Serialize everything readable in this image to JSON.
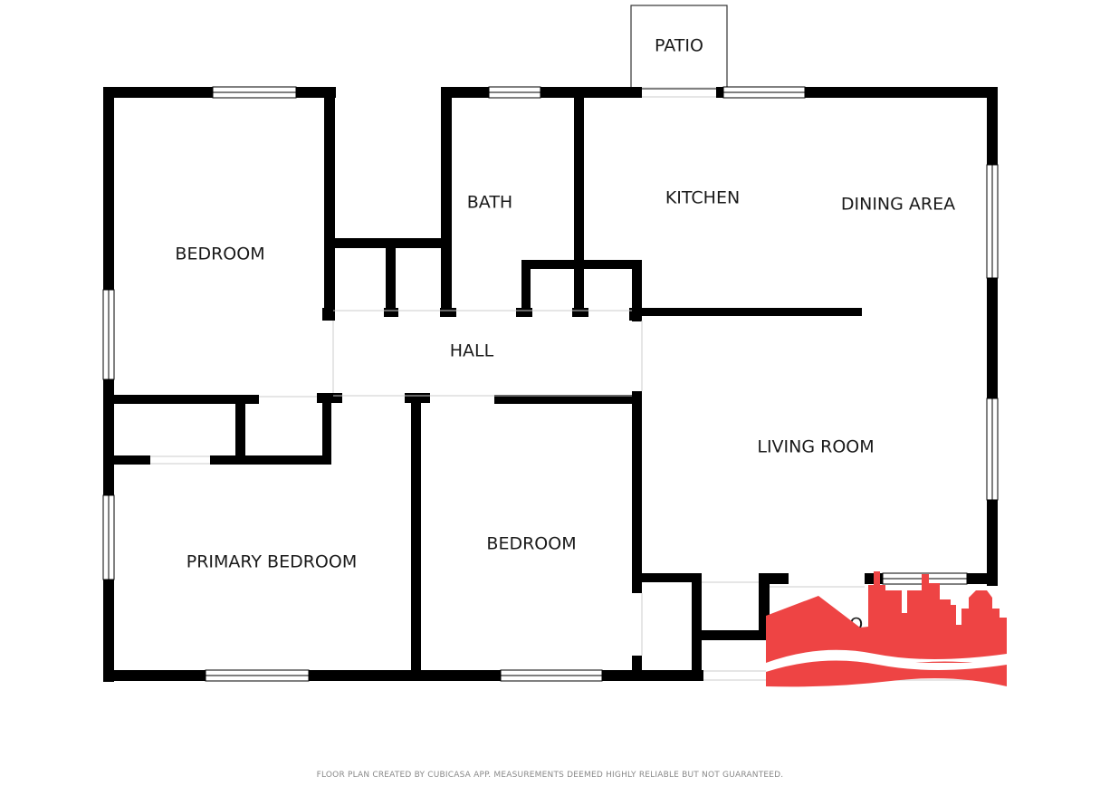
{
  "rooms": {
    "patio": "PATIO",
    "bath": "BATH",
    "kitchen": "KITCHEN",
    "dining_area": "DINING AREA",
    "bedroom_top_left": "BEDROOM",
    "hall": "HALL",
    "living_room": "LIVING ROOM",
    "primary_bedroom": "PRIMARY BEDROOM",
    "bedroom_middle": "BEDROOM",
    "porch_partial": "PO"
  },
  "footer": "FLOOR PLAN CREATED BY CUBICASA APP. MEASUREMENTS DEEMED HIGHLY RELIABLE BUT NOT GUARANTEED.",
  "colors": {
    "wall": "#000000",
    "logo": "#ee4444",
    "background": "#ffffff",
    "footer_text": "#8a8a8a"
  },
  "watermark": {
    "icon": "city-skyline-wave-logo"
  }
}
